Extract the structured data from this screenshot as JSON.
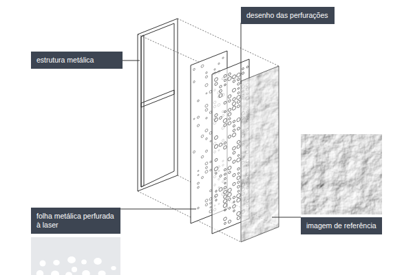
{
  "diagram": {
    "nodes": [
      {
        "text": [
          "desenho das perfurações"
        ]
      },
      {
        "text": [
          "estrutura metálica"
        ]
      },
      {
        "text": [
          "folha metálica perfurada à laser"
        ]
      },
      {
        "text": [
          "imagem de referência"
        ]
      }
    ]
  }
}
